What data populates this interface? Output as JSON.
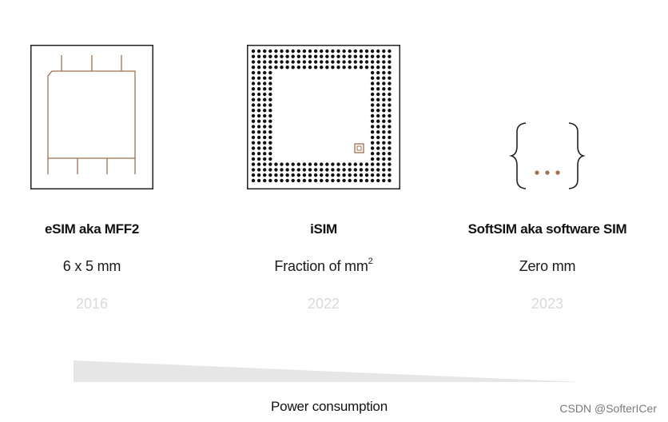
{
  "items": [
    {
      "title": "eSIM aka MFF2",
      "size": "6 x 5 mm",
      "size_sup": "",
      "year": "2016",
      "icon": "esim-chip-icon"
    },
    {
      "title": "iSIM",
      "size": "Fraction of mm",
      "size_sup": "2",
      "year": "2022",
      "icon": "isim-ball-grid-icon"
    },
    {
      "title": "SoftSIM aka software SIM",
      "size": "Zero mm",
      "size_sup": "",
      "year": "2023",
      "icon": "code-braces-icon"
    }
  ],
  "power": {
    "label": "Power consumption"
  },
  "watermark": "CSDN @SofterICer",
  "colors": {
    "accent": "#a0704f",
    "text": "#111111",
    "year": "#dadada",
    "wedge": "#e6e6e6"
  }
}
